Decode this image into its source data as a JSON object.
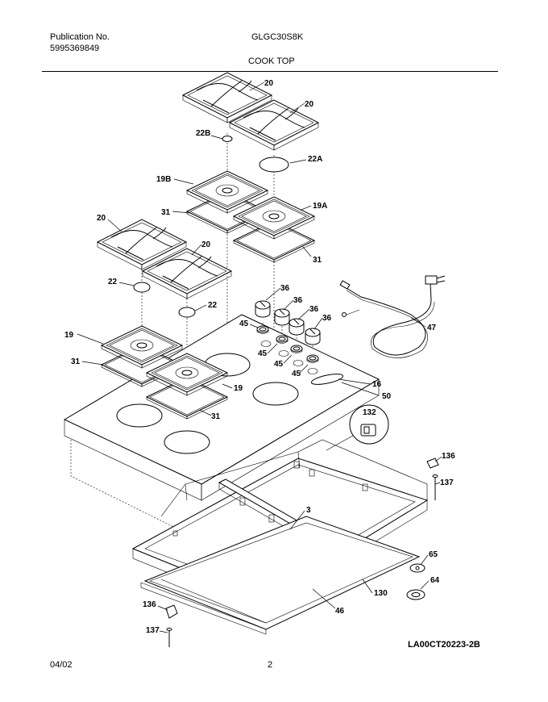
{
  "header": {
    "publication_label": "Publication No.",
    "publication_number": "5995369849",
    "model": "GLGC30S8K",
    "section_title": "COOK TOP"
  },
  "footer": {
    "date": "04/02",
    "page": "2",
    "drawing_code": "LA00CT20223-2B"
  },
  "callouts": {
    "grate_top_left": "20",
    "grate_top_right": "20",
    "cap_22b": "22B",
    "cap_22a": "22A",
    "pan_19b": "19B",
    "pan_19a": "19A",
    "gasket_31_back_left": "31",
    "gasket_31_back_right": "31",
    "grate_mid_left": "20",
    "grate_mid_right": "20",
    "cap_22_left": "22",
    "cap_22_right": "22",
    "pan_19_left": "19",
    "pan_19_right": "19",
    "gasket_31_front_left": "31",
    "gasket_31_front_right": "31",
    "knob_36_a": "36",
    "knob_36_b": "36",
    "knob_36_c": "36",
    "knob_36_d": "36",
    "bezel_45_a": "45",
    "bezel_45_b": "45",
    "bezel_45_c": "45",
    "bezel_45_d": "45",
    "cord_47": "47",
    "cooktop_16": "16",
    "label_50": "50",
    "clip_132": "132",
    "bracket_136_right": "136",
    "screw_137_right": "137",
    "rail_3": "3",
    "grommet_65": "65",
    "grommet_64": "64",
    "trim_130": "130",
    "gasket_46": "46",
    "bracket_136_left": "136",
    "screw_137_left": "137"
  }
}
